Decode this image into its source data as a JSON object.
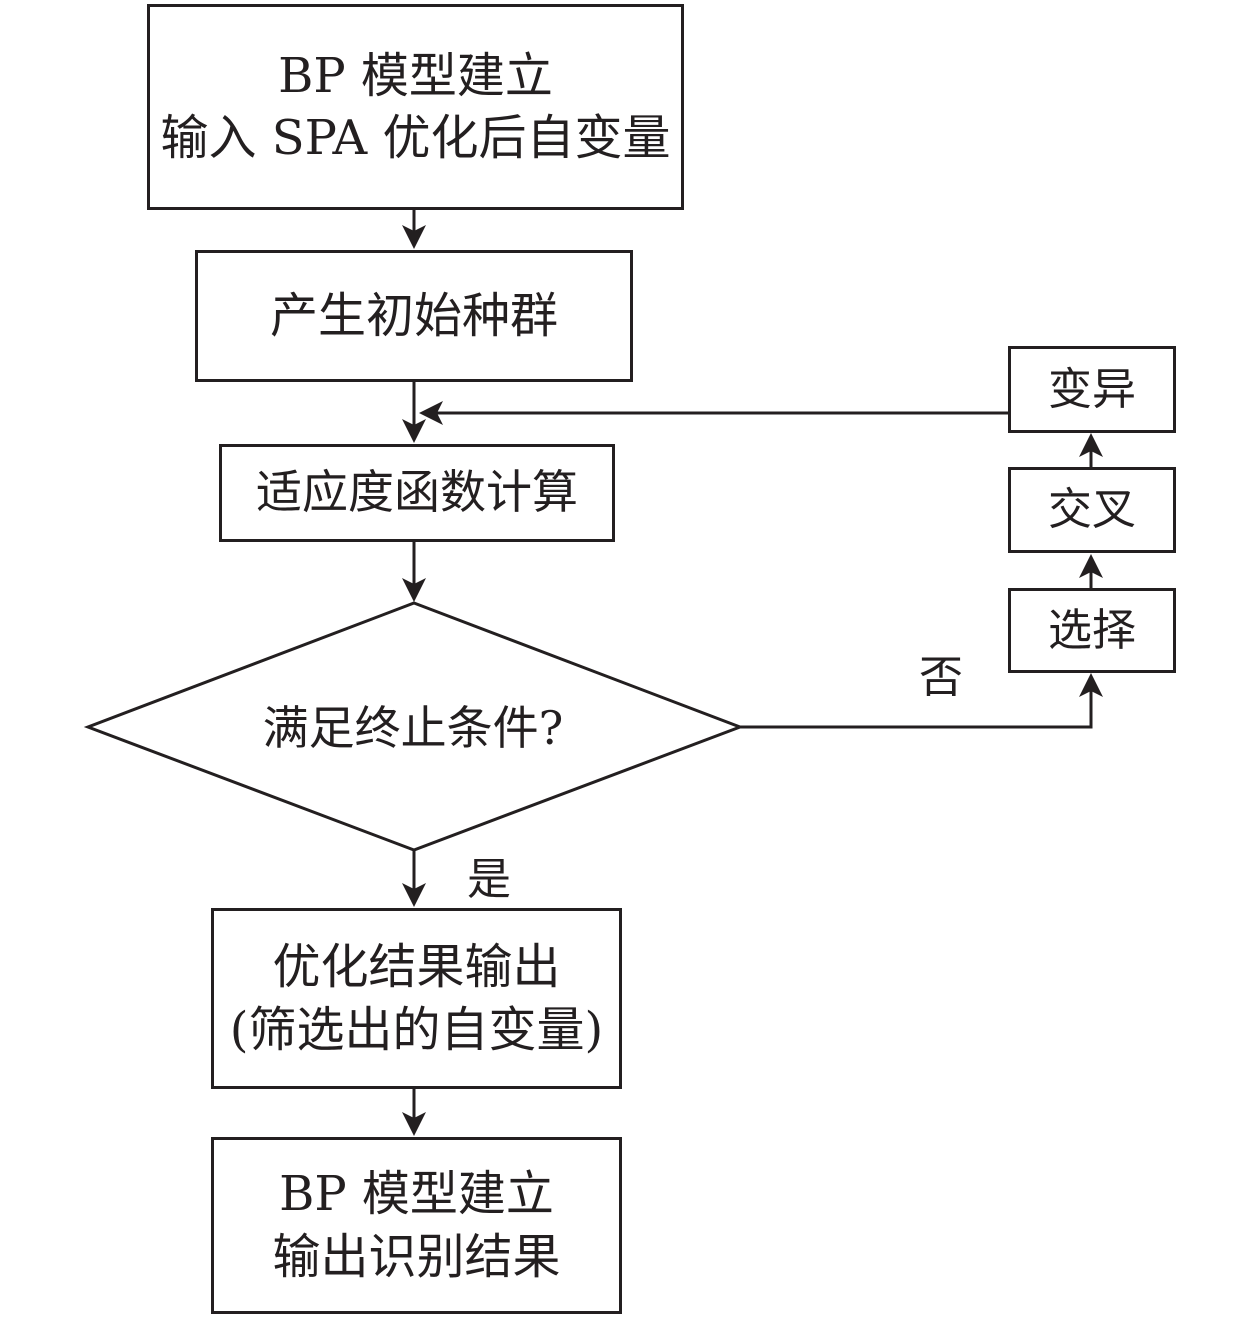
{
  "flowchart": {
    "start_box": {
      "line1": "BP 模型建立",
      "line2": "输入 SPA 优化后自变量"
    },
    "init_population": "产生初始种群",
    "fitness": "适应度函数计算",
    "decision": "满足终止条件?",
    "yes_label": "是",
    "no_label": "否",
    "selection": "选择",
    "crossover": "交叉",
    "mutation": "变异",
    "result_box": {
      "line1": "优化结果输出",
      "line2": "(筛选出的自变量)"
    },
    "end_box": {
      "line1": "BP 模型建立",
      "line2": "输出识别结果"
    }
  }
}
